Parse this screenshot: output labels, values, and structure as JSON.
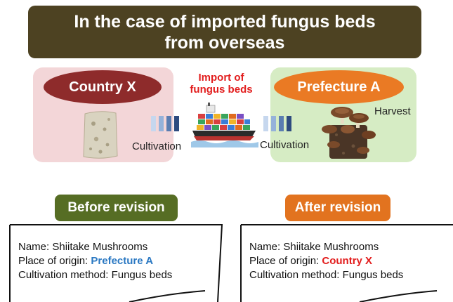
{
  "title": {
    "line1": "In the case of imported fungus beds",
    "line2": "from overseas"
  },
  "origin": {
    "label": "Country X",
    "color": "#8e2b2b",
    "panel_color": "#f3d6d8"
  },
  "destination": {
    "label": "Prefecture A",
    "color": "#ea7a24",
    "panel_color": "#d6ecc4"
  },
  "import": {
    "line1": "Import of",
    "line2": "fungus beds",
    "color": "#e21d1d"
  },
  "cultivation_left": "Cultivation",
  "cultivation_right": "Cultivation",
  "harvest": "Harvest",
  "before": {
    "label": "Before revision",
    "name": "Name: Shiitake Mushrooms",
    "origin_prefix": "Place of origin: ",
    "origin_value": "Prefecture A",
    "method": "Cultivation method: Fungus beds"
  },
  "after": {
    "label": "After revision",
    "name": "Name: Shiitake Mushrooms",
    "origin_prefix": "Place of origin: ",
    "origin_value": "Country X",
    "method": "Cultivation method: Fungus beds"
  },
  "icons": [
    "fungus-bed-block-icon",
    "cargo-ship-icon",
    "shiitake-cluster-icon",
    "progress-arrow-icon"
  ]
}
